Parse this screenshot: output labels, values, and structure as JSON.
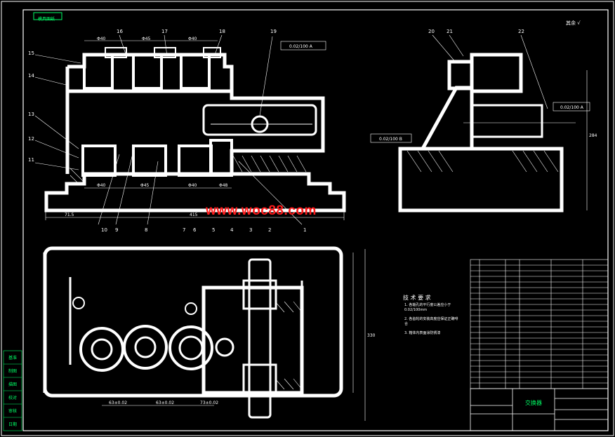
{
  "watermark": "www.woc88.com",
  "corner_tag": "模具图纸",
  "roughness": "其余 √",
  "notes": {
    "title": "技 术 要 求",
    "items": [
      "1. 各轴孔的平行度公差应小于0.02/100mm",
      "2. 各齿轮的安装高度应保证正确啡合",
      "3. 箱体内表面涂防锈漆"
    ]
  },
  "title_block": {
    "name": "交换器"
  },
  "side_labels": [
    "基准",
    "制图",
    "描图",
    "校对",
    "审核",
    "日期"
  ],
  "callouts_top": [
    "16",
    "17",
    "18",
    "19"
  ],
  "callouts_left": [
    "15",
    "14",
    "13",
    "12",
    "11"
  ],
  "callouts_bottom_row": [
    "10",
    "9",
    "8",
    "7",
    "6",
    "5",
    "4",
    "3",
    "2",
    "1"
  ],
  "callouts_side_view": [
    "20",
    "21",
    "22"
  ],
  "dims_top": [
    "Φ40",
    "Φ45",
    "Φ40"
  ],
  "dims_mid": [
    "Φ40",
    "Φ45",
    "Φ40",
    "Φ48"
  ],
  "dims_bottom": [
    "63±0.02",
    "63±0.02",
    "73±0.02"
  ],
  "dim_overall_width": "415",
  "dim_side_height": "330",
  "dim_right_height": "284",
  "dim_left_small": "71.5",
  "tol_frame_top": "0.02/100 A",
  "tol_frame_side": "0.02/100 B",
  "tol_frame_side2": "0.02/100 A",
  "parts_rows": 23
}
